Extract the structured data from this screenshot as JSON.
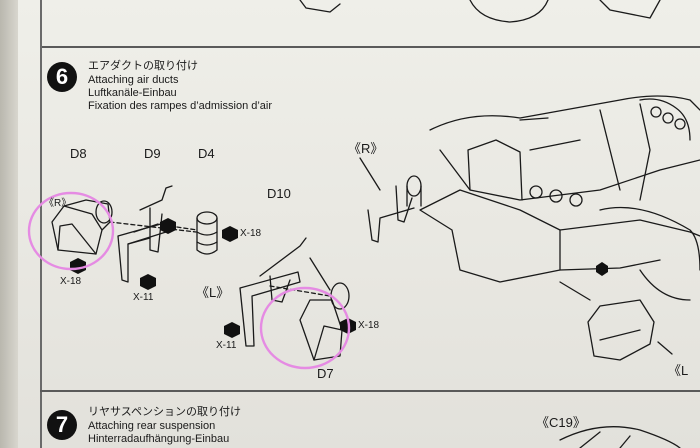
{
  "step6": {
    "number": "6",
    "title_jp": "エアダクトの取り付け",
    "title_en": "Attaching air ducts",
    "title_de": "Luftkanäle-Einbau",
    "title_fr": "Fixation des rampes d’admission d’air"
  },
  "step7": {
    "number": "7",
    "title_jp": "リヤサスペンションの取り付け",
    "title_en": "Attaching rear suspension",
    "title_de": "Hinterradaufhängung-Einbau"
  },
  "parts": {
    "d8": "D8",
    "d9": "D9",
    "d4": "D4",
    "d10": "D10",
    "d7": "D7",
    "c19": "《C19》"
  },
  "side_labels": {
    "right_small": "《R》",
    "right_large": "《R》",
    "left_small": "《L》",
    "left_large": "《L"
  },
  "screws": {
    "x18_a": "X-18",
    "x18_b": "X-18",
    "x18_c": "X-18",
    "x11_a": "X-11",
    "x11_b": "X-11"
  },
  "colors": {
    "highlight_circle": "#e58be3",
    "ink": "#1a1a1a"
  }
}
